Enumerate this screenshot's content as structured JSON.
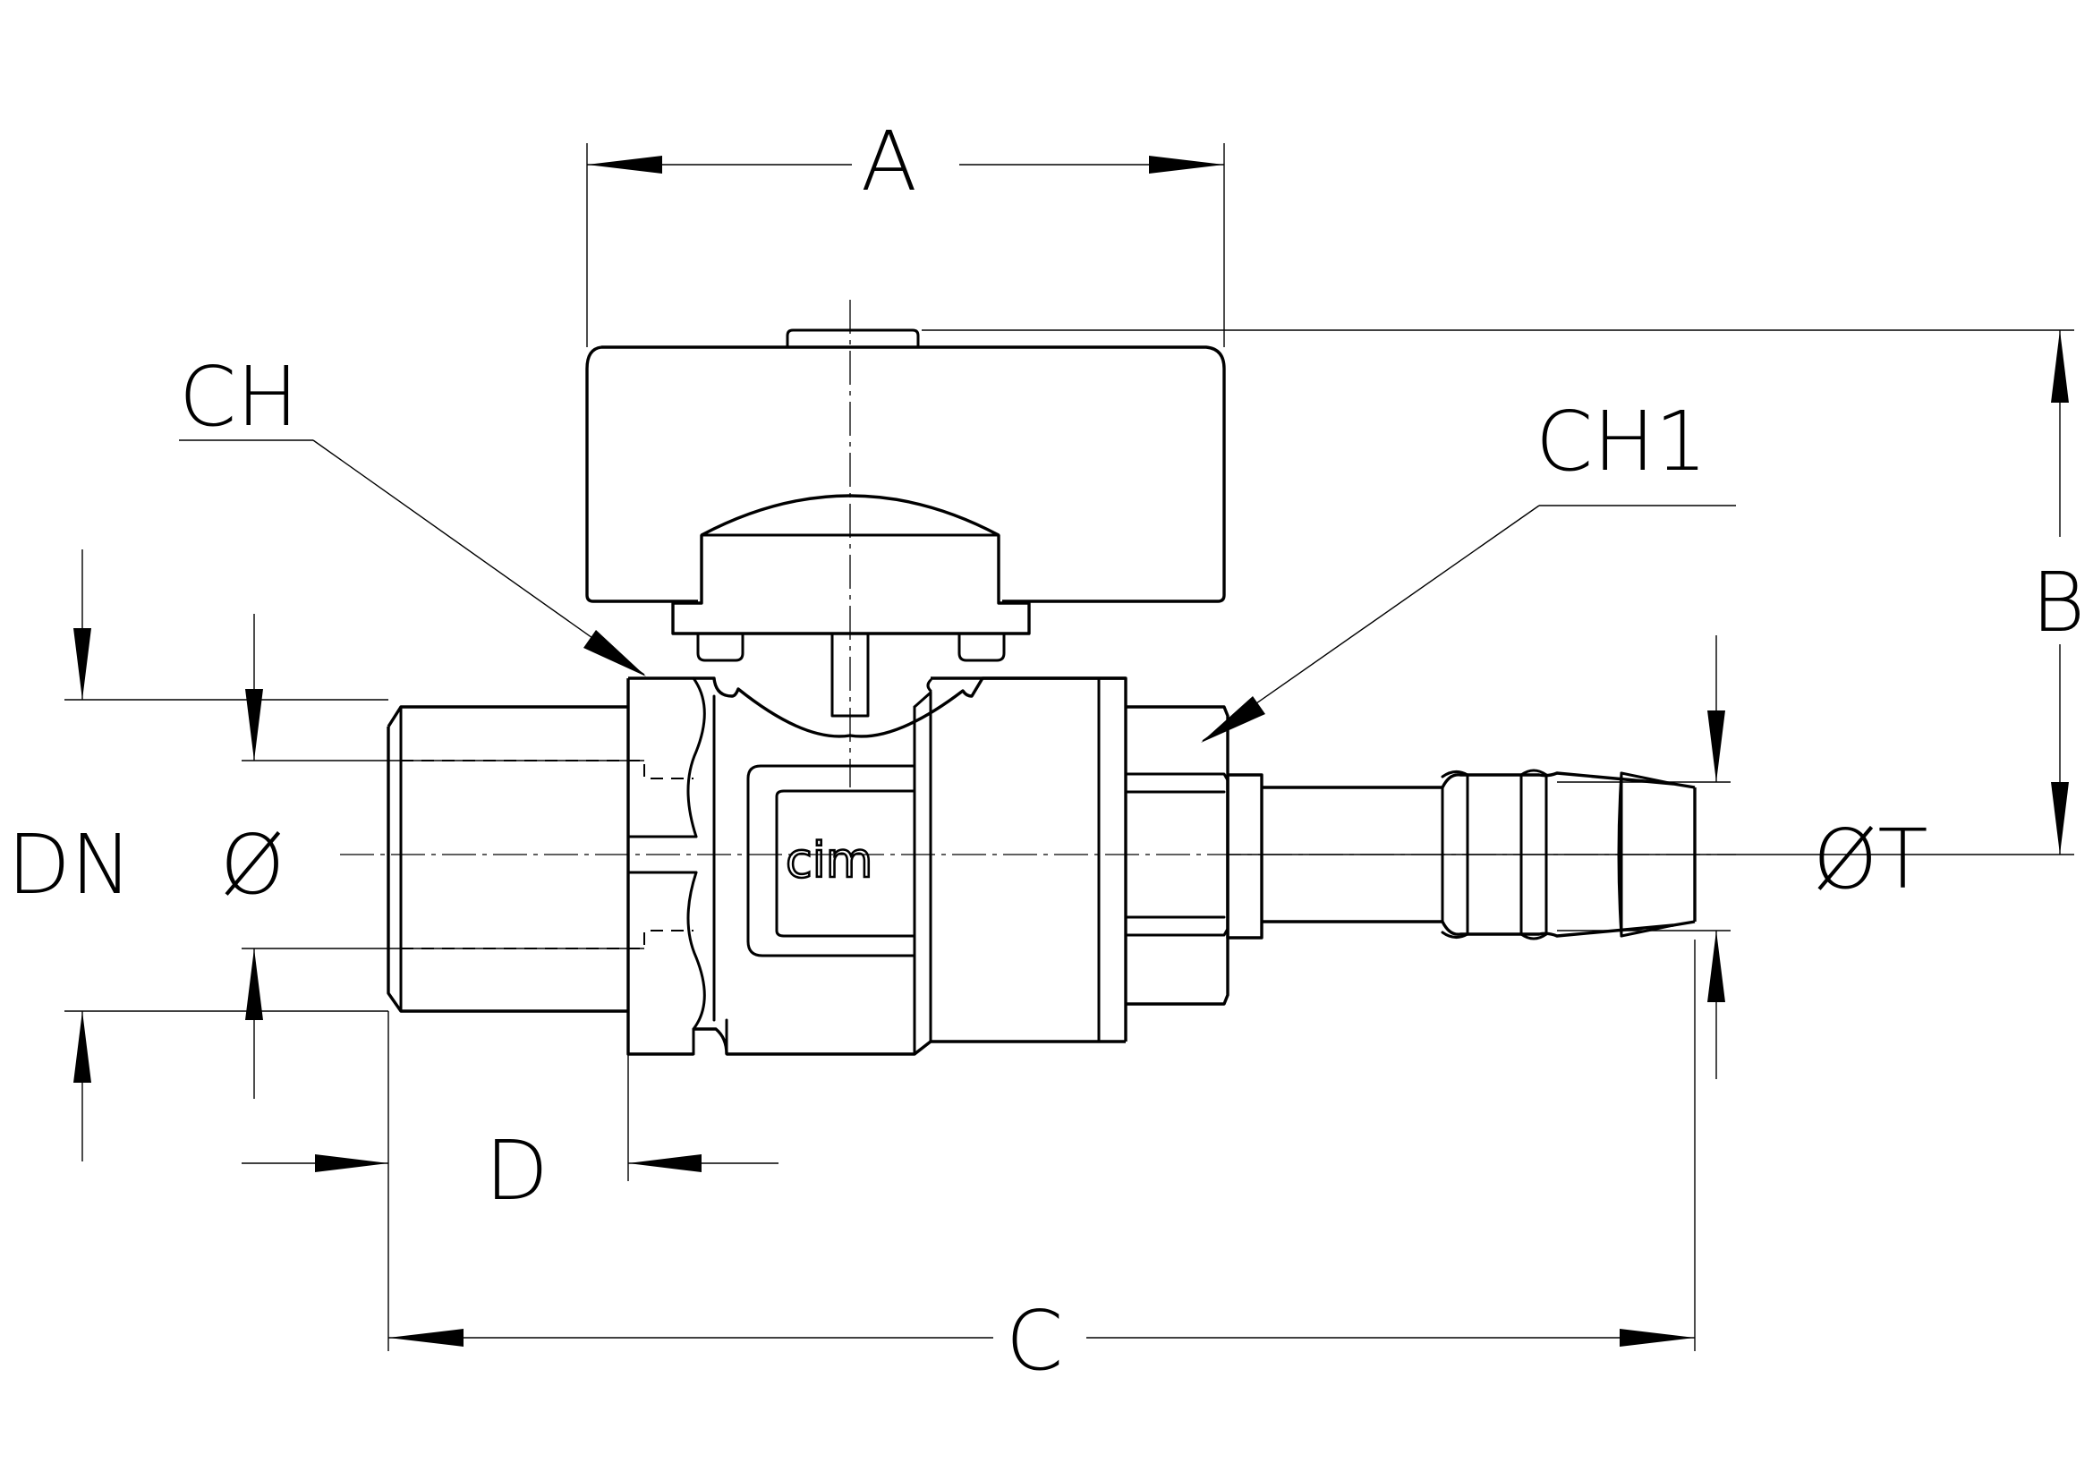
{
  "labels": {
    "A": "A",
    "B": "B",
    "C": "C",
    "D": "D",
    "CH": "CH",
    "CH1": "CH1",
    "DN": "DN",
    "diameter": "Ø",
    "diameter_T": "ØT"
  },
  "brand": "cim"
}
